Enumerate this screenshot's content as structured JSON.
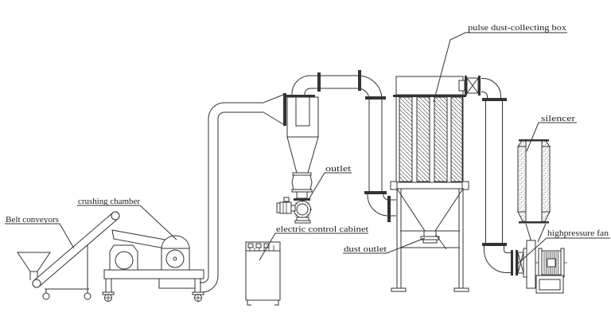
{
  "diagram": {
    "type": "process-flow-engineering-diagram",
    "subject": "grinding and dust-collecting line",
    "labels": {
      "belt_conveyors": "Belt conveyors",
      "crushing_chamber": "crushing chamber",
      "outlet": "outlet",
      "electric_control_cabinet": "electric control cabinet",
      "dust_outlet": "dust outlet",
      "pulse_dust_collecting_box": "pulse dust-collecting box",
      "silencer": "silencer",
      "highpressure_fan": "highpressure fan"
    },
    "colors": {
      "line": "#333333",
      "background": "#ffffff",
      "text": "#222222"
    }
  }
}
